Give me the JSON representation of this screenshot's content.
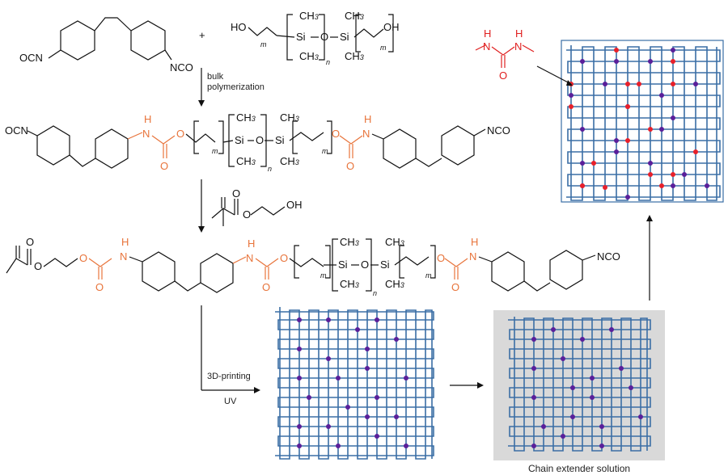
{
  "steps": {
    "bulk_label_1": "bulk",
    "bulk_label_2": "polymerization",
    "printing_label": "3D-printing",
    "uv_label": "UV",
    "chain_extender_label": "Chain extender solution"
  },
  "chem": {
    "ocn": "OCN",
    "nco": "NCO",
    "ho": "HO",
    "oh": "OH",
    "plus": "+",
    "ch3": "CH",
    "three": "3",
    "si": "Si",
    "o": "O",
    "h": "H",
    "n": "N",
    "m": "m",
    "nsub": "n"
  },
  "colors": {
    "urethane": "#e8743b",
    "urea": "#e02020",
    "network": "#3a6ea5",
    "crosslink_purple": "#5a1f9a",
    "crosslink_red": "#e8202a",
    "panel_gray": "#d9d9d9"
  }
}
